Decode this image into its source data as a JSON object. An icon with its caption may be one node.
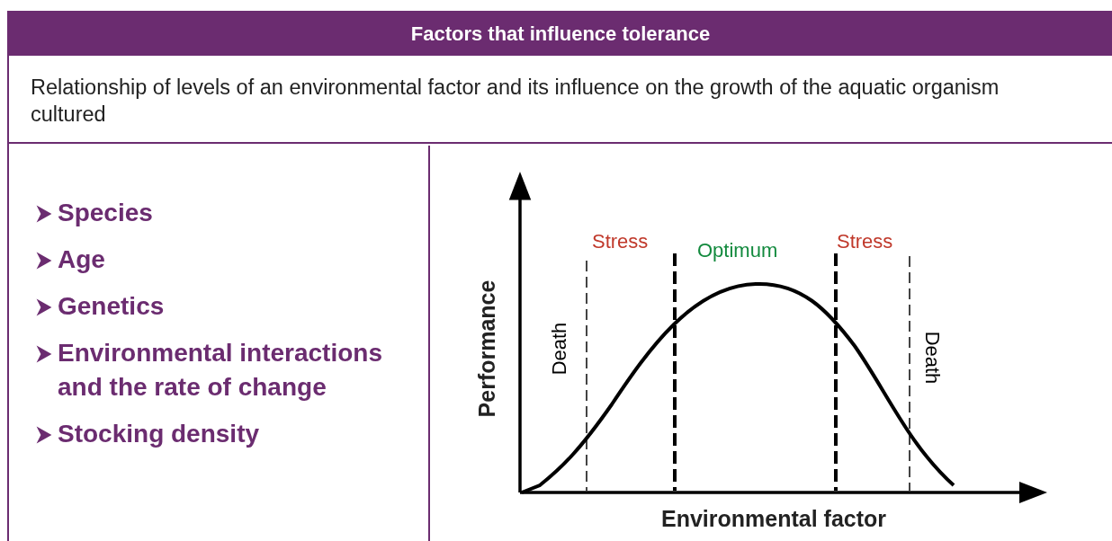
{
  "diagram": {
    "title": "Factors that influence tolerance",
    "labels": [
      "Relationship of levels of an environmental factor and its influence on the growth of the aquatic organism cultured",
      "Species",
      "Age",
      "Genetics",
      "Environmental interactions and the rate of change",
      "Stocking density",
      "Stress",
      "Optimum",
      "Stress",
      "Death",
      "Death",
      "Performance",
      "Environmental factor"
    ]
  }
}
